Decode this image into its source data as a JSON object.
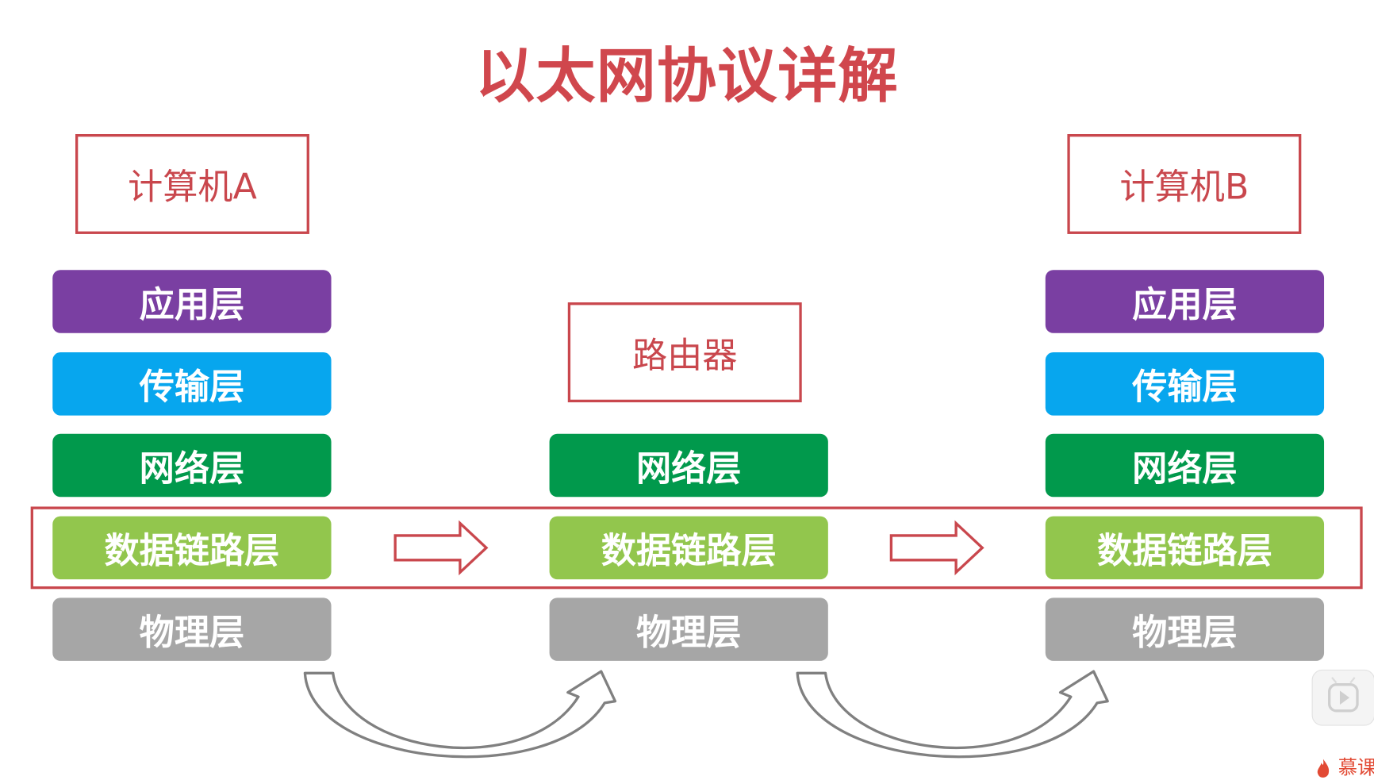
{
  "title": "以太网协议详解",
  "nodes": {
    "computer_a": "计算机A",
    "router": "路由器",
    "computer_b": "计算机B"
  },
  "layers": {
    "application": "应用层",
    "transport": "传输层",
    "network": "网络层",
    "data_link": "数据链路层",
    "physical": "物理层"
  },
  "colors": {
    "title": "#d0474d",
    "box_border": "#c9474d",
    "application": "#7a3fa2",
    "transport": "#07a6ee",
    "network": "#01994c",
    "data_link": "#92c64d",
    "physical": "#a6a6a6",
    "curved_arrow": "#808080"
  },
  "icons": {
    "player": "play-icon",
    "watermark": "flame-icon"
  },
  "watermark_text": "慕课"
}
